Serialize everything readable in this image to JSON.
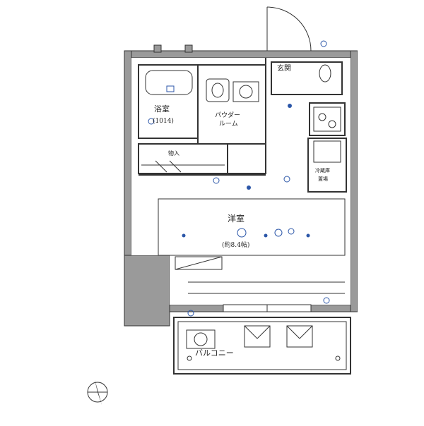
{
  "rooms": {
    "bath": {
      "name": "浴室",
      "size": "(1014)"
    },
    "powder": {
      "name": "パウダー",
      "name2": "ルーム"
    },
    "entrance": {
      "name": "玄関"
    },
    "storage": {
      "name": "物入"
    },
    "western": {
      "name": "洋室",
      "size": "(約8.4帖)"
    },
    "balcony": {
      "name": "バルコニー"
    },
    "utility": {
      "name": "冷蔵庫",
      "name2": "置場"
    }
  },
  "colors": {
    "wall": "#9a9a9a",
    "line": "#333333",
    "accent": "#2b56a8",
    "bg": "#ffffff"
  },
  "icons": [
    "compass-icon",
    "outlet-icon",
    "light-icon",
    "door-swing-icon"
  ]
}
